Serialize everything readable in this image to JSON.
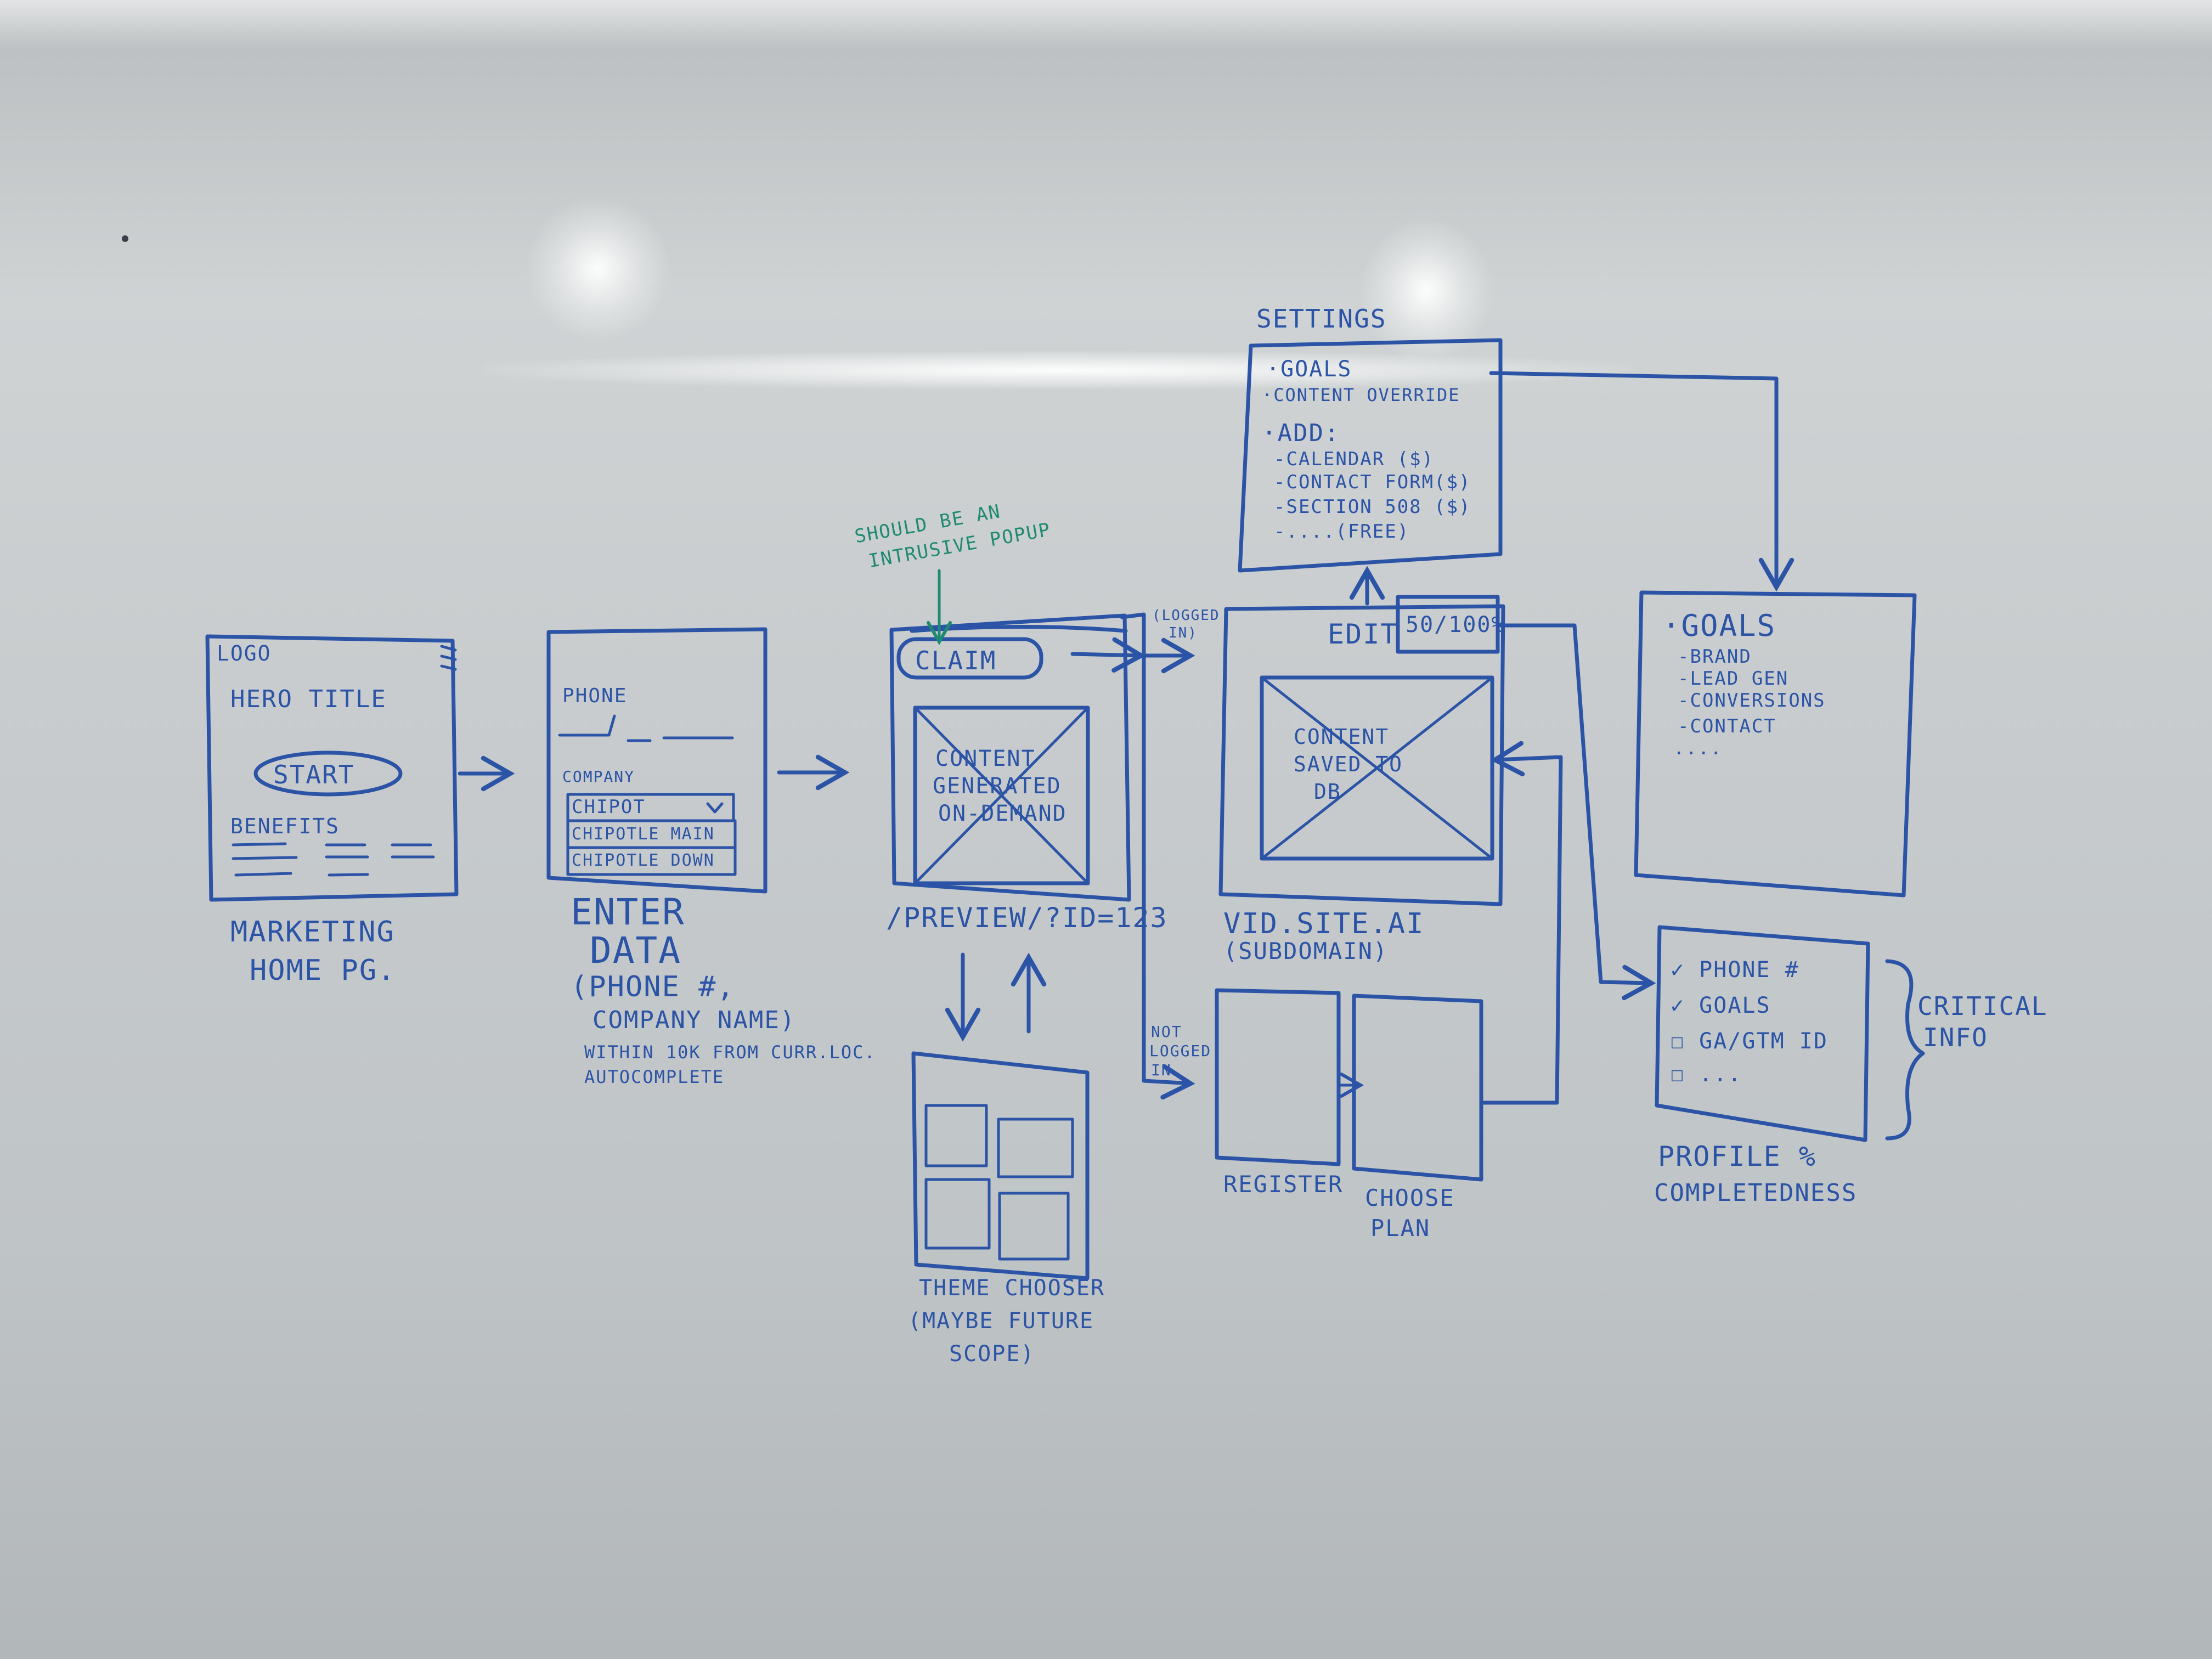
{
  "marketing_home": {
    "logo": "LOGO",
    "hero_title": "HERO TITLE",
    "start": "START",
    "benefits": "BENEFITS",
    "caption_1": "MARKETING",
    "caption_2": "HOME PG."
  },
  "enter_data": {
    "phone": "PHONE",
    "company": "COMPANY",
    "dropdown_value": "CHIPOT",
    "option_1": "CHIPOTLE MAIN",
    "option_2": "CHIPOTLE DOWN",
    "caption_1": "ENTER",
    "caption_2": "DATA",
    "caption_3": "(PHONE #,",
    "caption_4": "COMPANY NAME)",
    "caption_5": "WITHIN 10K FROM CURR.LOC.",
    "caption_6": "AUTOCOMPLETE"
  },
  "preview": {
    "note_1": "SHOULD BE AN",
    "note_2": "INTRUSIVE POPUP",
    "claim": "CLAIM",
    "content_1": "CONTENT",
    "content_2": "GENERATED",
    "content_3": "ON-DEMAND",
    "caption": "/PREVIEW/?ID=123"
  },
  "theme_chooser": {
    "caption_1": "THEME CHOOSER",
    "caption_2": "(MAYBE FUTURE",
    "caption_3": "SCOPE)"
  },
  "logged_in": {
    "line_1": "(LOGGED",
    "line_2": "IN)"
  },
  "not_logged_in": {
    "line_1": "NOT",
    "line_2": "LOGGED",
    "line_3": "IN"
  },
  "settings": {
    "title": "SETTINGS",
    "goals": "·GOALS",
    "content_override": "·CONTENT OVERRIDE",
    "add": "·ADD:",
    "calendar": "-CALENDAR ($)",
    "contact_form": "-CONTACT FORM($)",
    "section_508": "-SECTION 508 ($)",
    "free": "-....(FREE)"
  },
  "site": {
    "edit": "EDIT",
    "progress": "50/100%",
    "content_1": "CONTENT",
    "content_2": "SAVED TO",
    "content_3": "DB",
    "caption_1": "VID.SITE.AI",
    "caption_2": "(SUBDOMAIN)"
  },
  "register": {
    "caption": "REGISTER"
  },
  "choose_plan": {
    "caption_1": "CHOOSE",
    "caption_2": "PLAN"
  },
  "goals_panel": {
    "title": "·GOALS",
    "brand": "-BRAND",
    "lead_gen": "-LEAD GEN",
    "conversions": "-CONVERSIONS",
    "contact": "-CONTACT",
    "more": "...."
  },
  "profile": {
    "item_1": "✓ PHONE #",
    "item_2": "✓ GOALS",
    "item_3": "☐ GA/GTM ID",
    "item_4": "☐ ...",
    "critical_1": "CRITICAL",
    "critical_2": "INFO",
    "caption_1": "PROFILE %",
    "caption_2": "COMPLETEDNESS"
  }
}
